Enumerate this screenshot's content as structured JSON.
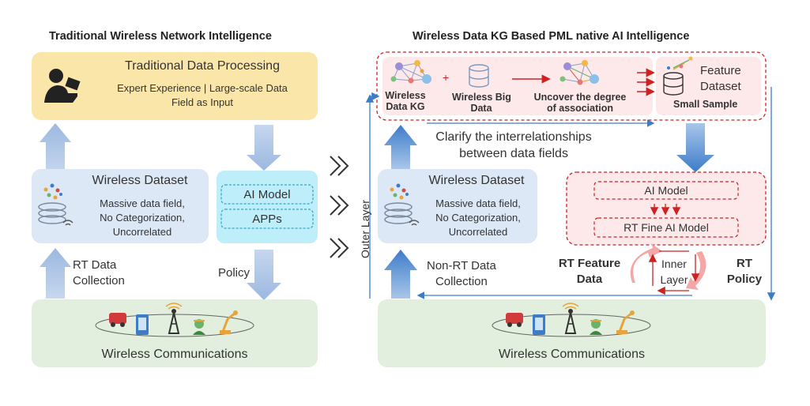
{
  "left": {
    "title": "Traditional Wireless Network Intelligence",
    "processing": {
      "title": "Traditional Data Processing",
      "line1": "Expert Experience | Large-scale Data",
      "line2": "Field as Input"
    },
    "dataset": {
      "title": "Wireless Dataset",
      "line1": "Massive data field,",
      "line2": "No Categorization,",
      "line3": "Uncorrelated"
    },
    "ai_model": "AI Model",
    "apps": "APPs",
    "rt_collection_1": "RT Data",
    "rt_collection_2": "Collection",
    "policy": "Policy",
    "comms": "Wireless Communications"
  },
  "right": {
    "title": "Wireless Data KG Based PML native AI Intelligence",
    "kg_label_1": "Wireless",
    "kg_label_2": "Data KG",
    "plus": "+",
    "bigdata_label_1": "Wireless Big",
    "bigdata_label_2": "Data",
    "uncover_1": "Uncover the degree",
    "uncover_2": "of association",
    "feature_1": "Feature",
    "feature_2": "Dataset",
    "small_sample": "Small Sample",
    "clarify_1": "Clarify the interrelationships",
    "clarify_2": "between data fields",
    "outer_layer": "Outer Layer",
    "dataset": {
      "title": "Wireless Dataset",
      "line1": "Massive data field,",
      "line2": "No Categorization,",
      "line3": "Uncorrelated"
    },
    "ai_model": "AI Model",
    "rt_fine_model": "RT Fine AI Model",
    "nonrt_1": "Non-RT Data",
    "nonrt_2": "Collection",
    "rt_feature_1": "RT Feature",
    "rt_feature_2": "Data",
    "inner_1": "Inner",
    "inner_2": "Layer",
    "rt_policy_1": "RT",
    "rt_policy_2": "Policy",
    "comms": "Wireless Communications"
  },
  "colors": {
    "processing_bg": "#fbe6a9",
    "dataset_bg": "#dce8f5",
    "model_bg": "#bdeefa",
    "comms_bg": "#e2efdf",
    "kg_region_bg": "#fde8ea",
    "accent_red": "#cc2222",
    "arrow_blue": "#3d7cc9"
  }
}
